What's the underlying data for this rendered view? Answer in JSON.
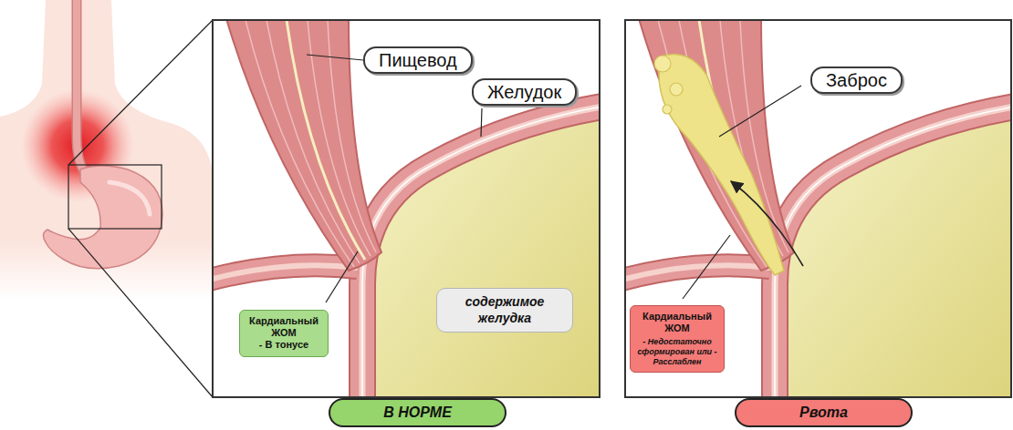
{
  "diagram": {
    "nodes": [
      {
        "text": [
          "Пищевод"
        ]
      },
      {
        "text": [
          "Желудок"
        ]
      },
      {
        "text": [
          "Заброс"
        ]
      },
      {
        "text": [
          "Кардиальный ЖОМ",
          "- В тонусе"
        ]
      },
      {
        "text": [
          "содержимое желудка"
        ]
      },
      {
        "text": [
          "Кардиальный ЖОМ",
          "- Недостаточно сформирован или - Расслаблен"
        ]
      },
      {
        "text": [
          "В НОРМЕ"
        ]
      },
      {
        "text": [
          "Рвота"
        ]
      }
    ]
  }
}
